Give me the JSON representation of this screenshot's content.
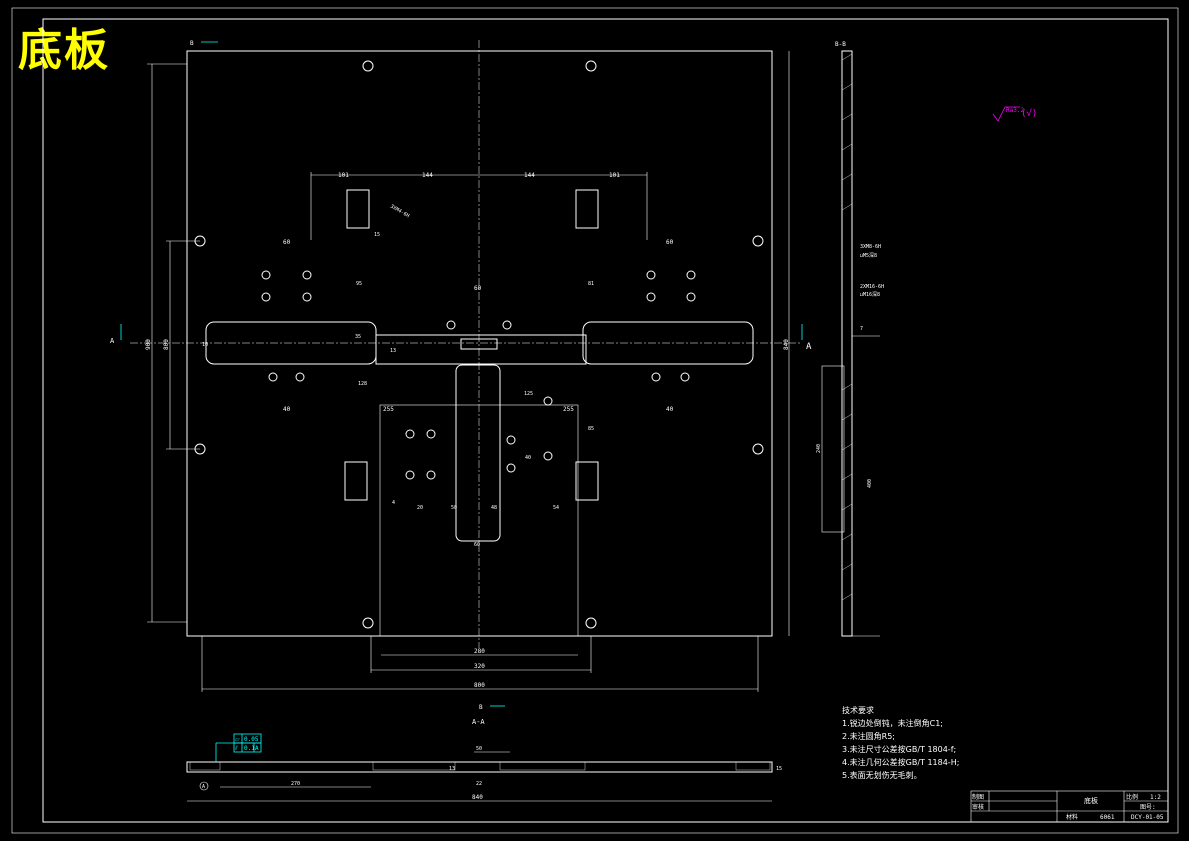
{
  "title": "底板",
  "views": {
    "section_bb": "B-B",
    "section_aa": "A-A",
    "cut_b": "B",
    "cut_a": "A"
  },
  "roughness": {
    "symbol": "Ra3.2",
    "rest": "(√)"
  },
  "dims_top": [
    "101",
    "144",
    "144",
    "101"
  ],
  "dims_plate": {
    "height_outer": "900",
    "height_inner": "800",
    "height_right": "840",
    "width_inner": "280",
    "width_mid": "320",
    "width_outer": "800",
    "slot_60_left": "60",
    "slot_60_right": "60",
    "c40_left": "40",
    "c40_right": "40",
    "center_60": "60",
    "w_255_left": "255",
    "w_255_right": "255",
    "dim_20": "20",
    "dim_54": "54",
    "dim_48": "48",
    "dim_50": "50",
    "dim_60_bottom": "60",
    "dim_125": "125",
    "dim_128": "128",
    "dim_35": "35",
    "dim_15": "15",
    "dim_4": "4",
    "dim_13": "13",
    "dim_10": "10",
    "dim_95": "95",
    "dim_81": "81",
    "dim_40": "40",
    "dim_85": "85"
  },
  "hole_callouts": {
    "top_left": "3XM4-6H",
    "side_1": "3XM8-6H",
    "side_1b": "⊔M5深8",
    "side_2": "2XM16-6H",
    "side_2b": "⊔M16深8"
  },
  "side_view_dims": {
    "d7": "7",
    "d240": "240",
    "d400": "400"
  },
  "bottom_section": {
    "tol_1_sym": "⏥",
    "tol_1_val": "0.05",
    "tol_2_sym": "⫽",
    "tol_2_val": "0.1",
    "tol_2_ref": "A",
    "datum": "A",
    "d50": "50",
    "d22": "22",
    "d270": "270",
    "d840": "840",
    "d15": "15",
    "d13": "13"
  },
  "notes": {
    "heading": "技术要求",
    "items": [
      "1.锐边处倒钝，未注倒角C1;",
      "2.未注圆角R5;",
      "3.未注尺寸公差按GB/T 1804-f;",
      "4.未注几何公差按GB/T 1184-H;",
      "5.表面无划伤无毛刺。"
    ]
  },
  "title_block": {
    "drawn": "制图",
    "check": "审核",
    "part": "底板",
    "material": "材料",
    "material_val": "6061",
    "scale_label": "比例",
    "scale_val": "1:2",
    "dwg_label": "图号:",
    "dwg_val": "DCY-01-05"
  }
}
